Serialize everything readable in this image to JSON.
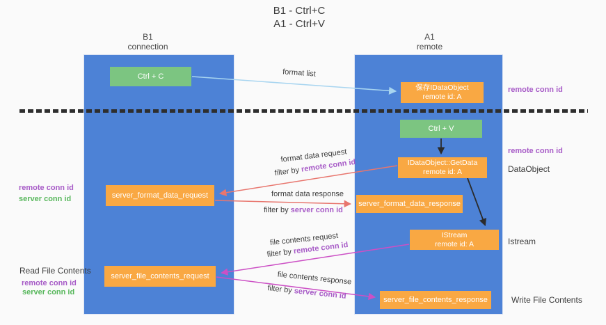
{
  "title": {
    "line1": "B1 - Ctrl+C",
    "line2": "A1 - Ctrl+V"
  },
  "columns": {
    "left": {
      "name": "B1",
      "role": "connection"
    },
    "right": {
      "name": "A1",
      "role": "remote"
    }
  },
  "boxes": {
    "ctrl_c": {
      "label": "Ctrl + C"
    },
    "ctrl_v": {
      "label": "Ctrl + V"
    },
    "save_dataobject": {
      "line1": "保存IDataObject",
      "line2": "remote id: A"
    },
    "getdata": {
      "line1": "IDataObject::GetData",
      "line2": "remote id: A"
    },
    "istream": {
      "line1": "IStream",
      "line2": "remote id: A"
    },
    "server_format_data_request": {
      "label": "server_format_data_request"
    },
    "server_format_data_response": {
      "label": "server_format_data_response"
    },
    "server_file_contents_request": {
      "label": "server_file_contents_request"
    },
    "server_file_contents_response": {
      "label": "server_file_contents_response"
    }
  },
  "arrow_labels": {
    "format_list": "format list",
    "format_data_request": "format data request",
    "format_data_response": "format data response",
    "file_contents_request": "file contents request",
    "file_contents_response": "file contents response",
    "filter_by": "filter by",
    "remote_conn_id": "remote conn id",
    "server_conn_id": "server conn id"
  },
  "annotations": {
    "remote_conn_id": "remote conn id",
    "server_conn_id": "server conn id",
    "dataobject": "DataObject",
    "istream": "Istream",
    "read_file_contents": "Read File Contents",
    "write_file_contents": "Write File Contents"
  },
  "colors": {
    "background": "#fafafa",
    "column_blue": "#4d82d6",
    "box_green": "#7cc581",
    "box_orange": "#f9a843",
    "accent_purple": "#a75bc7",
    "accent_green": "#57b75b",
    "arrow_salmon": "#e8766e",
    "arrow_magenta": "#cc50c5",
    "arrow_lightblue": "#a8d5f0",
    "arrow_black": "#2b2b2b"
  }
}
